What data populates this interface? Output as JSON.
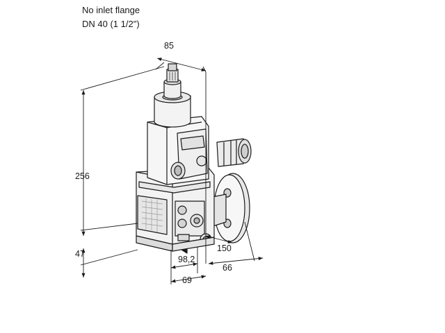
{
  "caption": {
    "line1": "No inlet flange",
    "line2": "DN 40 (1 1/2\")"
  },
  "dimensions": {
    "top_width": "85",
    "height_total": "256",
    "height_lower": "47",
    "flange_depth": "150",
    "offset": "98,2",
    "outlet_depth": "66",
    "base_width": "69"
  },
  "colors": {
    "line": "#1a1a1a",
    "body": "#f4f4f4",
    "shade": "#cfcfcf",
    "dark": "#8a8a8a"
  }
}
